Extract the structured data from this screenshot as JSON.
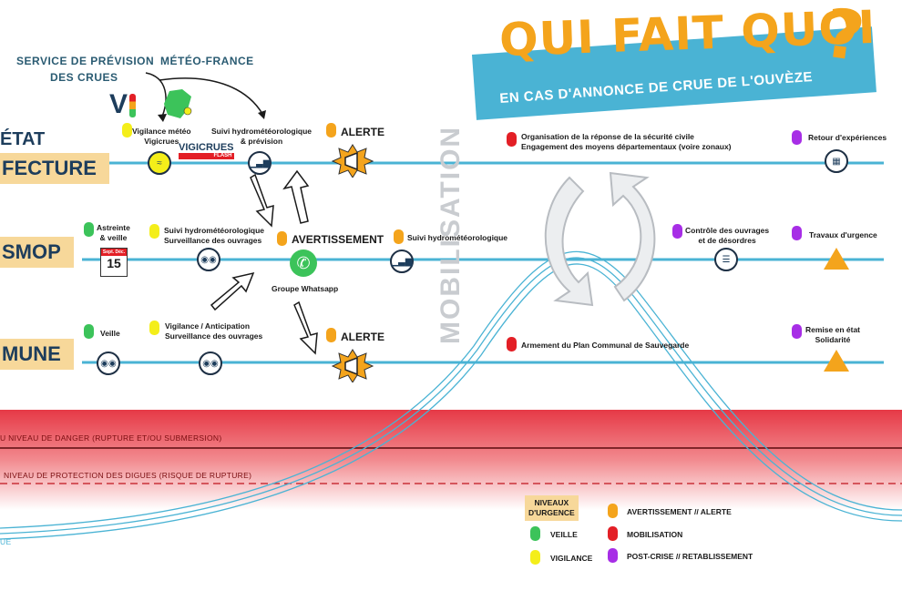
{
  "title": {
    "main": "QUI FAIT QUOI",
    "mark": "?",
    "subtitle": "EN CAS D'ANNONCE DE CRUE DE L'OUVÈZE"
  },
  "sources": {
    "spc_line1": "SERVICE DE PRÉVISION",
    "spc_line2": "DES CRUES",
    "meteo": "MÉTÉO-FRANCE"
  },
  "actors": {
    "etat": "ÉTAT",
    "prefecture": "FECTURE",
    "smop": "SMOP",
    "commune": "MUNE"
  },
  "row1": {
    "vigilance_meteo": "Vigilance météo",
    "vigicrues_label": "Vigicrues",
    "vigicrues_logo": "VIGICRUES",
    "flash": "FLASH",
    "suivi_1": "Suivi hydrométéorologique",
    "suivi_2": "& prévision",
    "alerte": "ALERTE",
    "orga_1": "Organisation de la réponse de la sécurité civile",
    "orga_2": "Engagement des moyens départementaux (voire zonaux)",
    "retex": "Retour d'expériences"
  },
  "row2": {
    "astreinte_1": "Astreinte",
    "astreinte_2": "& veille",
    "cal_month": "Sept. Déc.",
    "cal_day": "15",
    "suivi_1": "Suivi hydrométéorologique",
    "suivi_2": "Surveillance des ouvrages",
    "avertissement": "AVERTISSEMENT",
    "whatsapp": "Groupe Whatsapp",
    "suivi_hydro": "Suivi hydrométéorologique",
    "controle_1": "Contrôle des ouvrages",
    "controle_2": "et de désordres",
    "travaux": "Travaux d'urgence"
  },
  "row3": {
    "veille": "Veille",
    "vig_1": "Vigilance / Anticipation",
    "vig_2": "Surveillance des ouvrages",
    "alerte": "ALERTE",
    "pcs": "Armement du Plan Communal de Sauvegarde",
    "remise_1": "Remise en état",
    "remise_2": "Solidarité"
  },
  "mobilisation": "MOBILISATION",
  "levels": {
    "danger": "U NIVEAU DE DANGER (RUPTURE ET/OU SUBMERSION)",
    "protection": "NIVEAU DE PROTECTION DES DIGUES (RISQUE DE RUPTURE)",
    "corner": "UE"
  },
  "legend": {
    "title_1": "NIVEAUX",
    "title_2": "D'URGENCE",
    "veille": "VEILLE",
    "vigilance": "VIGILANCE",
    "avertissement": "AVERTISSEMENT // ALERTE",
    "mobilisation": "MOBILISATION",
    "post": "POST-CRISE // RETABLISSEMENT"
  },
  "colors": {
    "veille": "#3cc35a",
    "vigilance": "#f4ee1a",
    "alerte": "#f4a41c",
    "mobilisation": "#e31f26",
    "post": "#a72ee6",
    "line": "#4ab3d4",
    "title": "#f4a41c"
  },
  "icons": [
    "traffic-light-icon",
    "france-map-icon",
    "waves-icon",
    "chart-icon",
    "megaphone-icon",
    "binoculars-icon",
    "calendar-icon",
    "whatsapp-icon",
    "checklist-icon",
    "roadwork-icon",
    "presentation-icon",
    "cycle-arrows-icon"
  ]
}
